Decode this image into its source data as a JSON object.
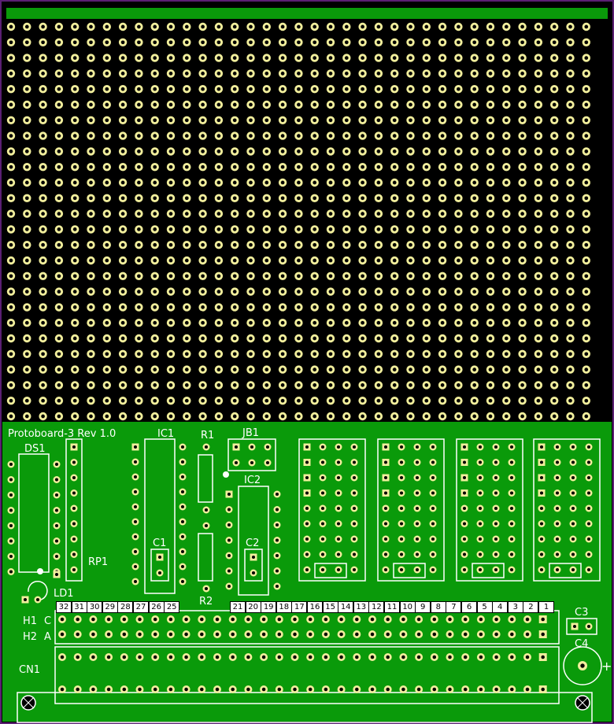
{
  "board": {
    "title": "Protoboard-3  Rev  1.0",
    "colors": {
      "copper": "#0a9a0a",
      "pad": "#f1ee9c",
      "silk": "#ffffff",
      "outline": "#5a1f73",
      "substrate": "#000000"
    }
  },
  "refdes": {
    "ds1": "DS1",
    "rp1": "RP1",
    "ic1": "IC1",
    "c1": "C1",
    "r1": "R1",
    "jb1": "JB1",
    "ic2": "IC2",
    "c2": "C2",
    "r2": "R2",
    "ld1": "LD1",
    "h1": "H1",
    "h2": "H2",
    "row_c": "C",
    "row_a": "A",
    "cn1": "CN1",
    "c3": "C3",
    "c4": "C4",
    "c4_polarity": "+"
  },
  "connector_pins_left": [
    "32",
    "31",
    "30",
    "29",
    "28",
    "27",
    "26",
    "25"
  ],
  "connector_pins_right": [
    "21",
    "20",
    "19",
    "18",
    "17",
    "16",
    "15",
    "14",
    "13",
    "12",
    "11",
    "10",
    "9",
    "8",
    "7",
    "6",
    "5",
    "4",
    "3",
    "2",
    "1"
  ],
  "grid": {
    "columns": 37,
    "rows": 26
  }
}
